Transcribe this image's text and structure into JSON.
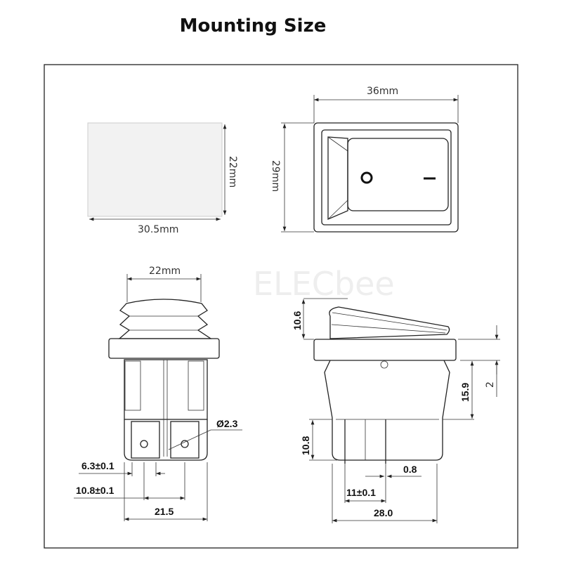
{
  "title": "Mounting Size",
  "watermark": "ELECbee",
  "panel_cutout": {
    "height": "22mm",
    "width": "30.5mm"
  },
  "front_view": {
    "width": "36mm",
    "height": "29mm",
    "symbol_off": "O",
    "symbol_on": "I"
  },
  "side_view_left": {
    "width_top": "22mm",
    "hole_diameter": "Ø2.3",
    "terminal_width": "6.3±0.1",
    "terminal_pitch": "10.8±0.1",
    "overall_width": "21.5"
  },
  "side_view_right": {
    "rocker_height": "10.6",
    "bezel_thickness": "2",
    "body_height": "15.9",
    "terminal_length": "10.8",
    "terminal_thickness": "0.8",
    "terminal_pitch": "11±0.1",
    "overall_width": "28.0"
  }
}
